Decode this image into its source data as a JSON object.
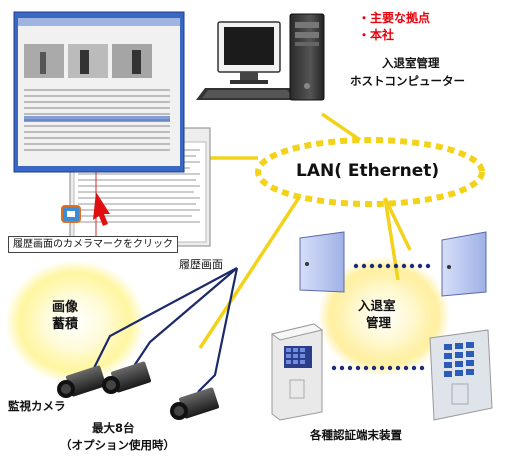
{
  "network": {
    "label": "LAN( Ethernet)"
  },
  "host": {
    "bullets": [
      "・主要な拠点",
      "・本社"
    ],
    "label_line1": "入退室管理",
    "label_line2": "ホストコンピューター"
  },
  "screens": {
    "history_caption": "履歴画面のカメラマークをクリック",
    "history_label": "履歴画面"
  },
  "storage": {
    "line1": "画像",
    "line2": "蓄積"
  },
  "access": {
    "line1": "入退室",
    "line2": "管理"
  },
  "cameras": {
    "label": "監視カメラ",
    "max_line1": "最大8台",
    "max_line2": "（オプション使用時）"
  },
  "terminals": {
    "label": "各種認証端末装置"
  },
  "colors": {
    "accent_red": "#e8000b",
    "lan_yellow": "#f2d31a",
    "glow_yellow": "#fff27a",
    "door_blue": "#b9c7f0",
    "window_blue": "#3a66c4",
    "dot_navy": "#1c2a7a"
  }
}
